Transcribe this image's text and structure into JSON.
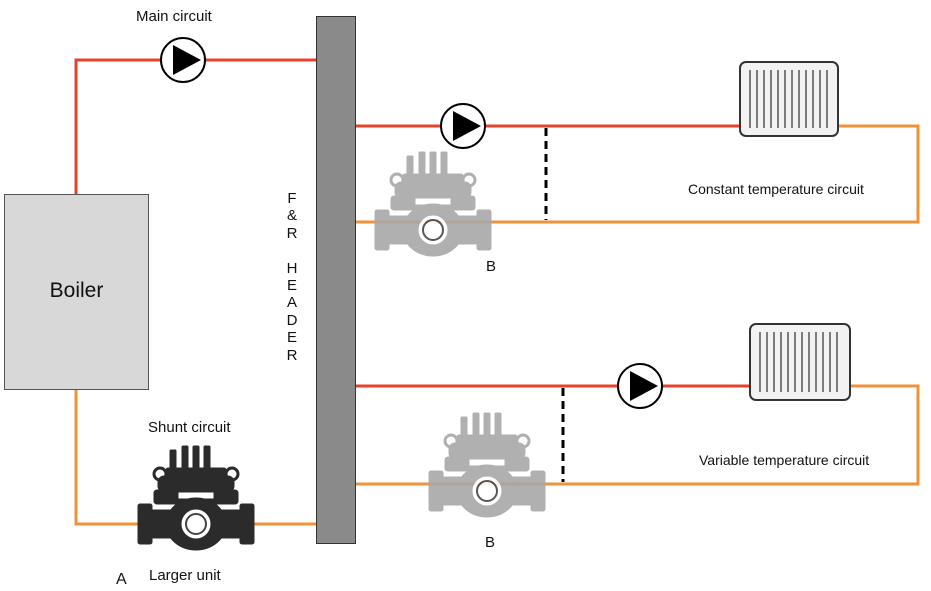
{
  "labels": {
    "main_circuit": "Main circuit",
    "boiler": "Boiler",
    "header": "F\n&\nR\n\nH\nE\nA\nD\nE\nR",
    "shunt_circuit": "Shunt circuit",
    "larger_unit": "Larger unit",
    "marker_a": "A",
    "marker_b_top": "B",
    "marker_b_bottom": "B",
    "constant_circuit": "Constant temperature circuit",
    "variable_circuit": "Variable temperature circuit"
  },
  "colors": {
    "flow_pipe": "#e8412a",
    "return_pipe": "#f0923a",
    "boiler_fill": "#d8d8d8",
    "header_fill": "#8a8a8a",
    "valve_dark": "#2b2b2b",
    "valve_faded": "#a8a8a8"
  },
  "icons": {
    "pump": "pump-icon",
    "valve": "mixing-valve-icon",
    "radiator": "radiator-icon",
    "bypass": "bypass-dashed-line"
  }
}
